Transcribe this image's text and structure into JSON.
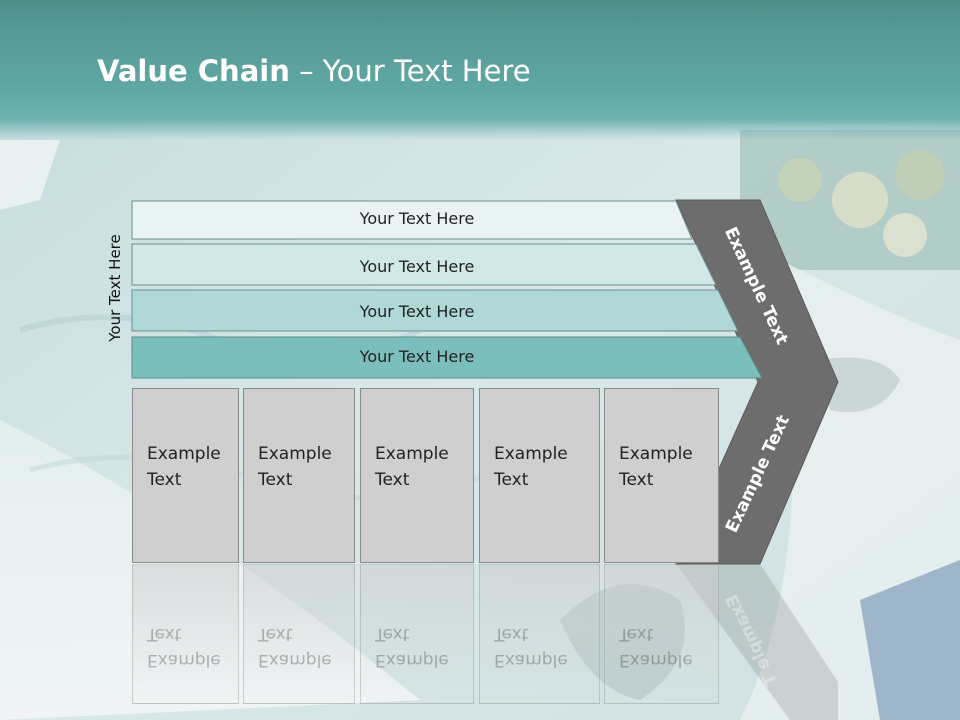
{
  "title": {
    "bold": "Value Chain",
    "rest": " – Your Text Here"
  },
  "side_label": "Your Text Here",
  "rows": [
    {
      "label": "Your Text Here",
      "color": "#eaf3f3"
    },
    {
      "label": "Your Text Here",
      "color": "#d1e8e8"
    },
    {
      "label": "Your Text Here",
      "color": "#b0d8d6"
    },
    {
      "label": "Your Text Here",
      "color": "#7bbfbc"
    }
  ],
  "boxes": [
    {
      "line1": "Example",
      "line2": "Text"
    },
    {
      "line1": "Example",
      "line2": "Text"
    },
    {
      "line1": "Example",
      "line2": "Text"
    },
    {
      "line1": "Example",
      "line2": "Text"
    },
    {
      "line1": "Example",
      "line2": "Text"
    }
  ],
  "chevron": {
    "top_label": "Example Text",
    "bottom_label": "Example Text",
    "color": "#6d6d6d"
  },
  "reflection_label": "Example T"
}
